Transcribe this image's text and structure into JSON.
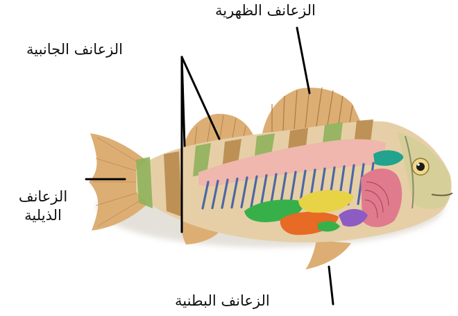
{
  "labels": {
    "dorsal_fins": "الزعانف الظهرية",
    "lateral_fins": "الزعانف الجانبية",
    "caudal_fins_line1": "الزعانف",
    "caudal_fins_line2": "الذيلية",
    "ventral_fins": "الزعانف البطنية"
  },
  "colors": {
    "fin": "#dcae74",
    "body": "#e6cfa6",
    "band_green": "#8fb35c",
    "band_brown": "#b98a4e",
    "muscle": "#efb7ad",
    "bones": "#4b67a6",
    "gill": "#e07b8e",
    "organ_green": "#38b04a",
    "organ_orange": "#e76a25",
    "organ_yellow": "#e8d246",
    "organ_purple": "#8d5cc2",
    "organ_teal": "#21a38d",
    "leader_line": "#000000"
  }
}
